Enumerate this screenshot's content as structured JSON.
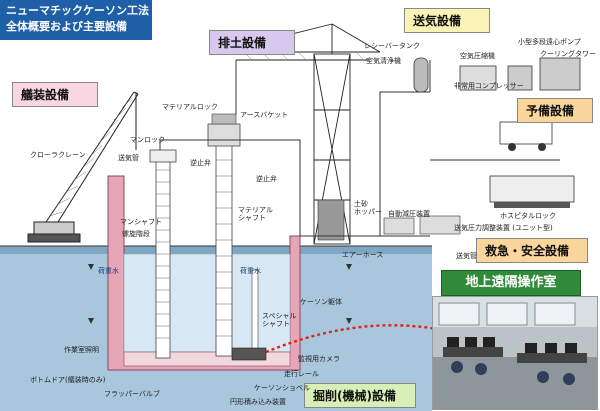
{
  "title": {
    "line1": "ニューマチックケーソン工法",
    "line2": "全体概要および主要設備"
  },
  "sections": {
    "outfitting": "艤装設備",
    "soil_removal": "排土設備",
    "air_supply": "送気設備",
    "backup": "予備設備",
    "rescue_safety": "救急・安全設備",
    "remote_room": "地上遠隔操作室",
    "excavation": "掘削(機械)設備"
  },
  "labels": {
    "crawler_crane": "クローラクレーン",
    "air_pipe_left": "送気管",
    "man_lock": "マンロック",
    "material_lock": "マテリアルロック",
    "earth_bucket": "アースバケット",
    "check_valve_top": "逆止弁",
    "check_valve_right": "逆止弁",
    "man_shaft": "マンシャフト",
    "spiral_stairs": "螺旋階段",
    "material_shaft": "マテリアル\nシャフト",
    "soil_hopper": "土砂\nホッパー",
    "auto_detector": "自動減圧装置",
    "air_pressure_regulator": "送気圧力調整装置 (ユニット型)",
    "air_pipe_right": "送気管",
    "air_hose": "エアーホース",
    "receiver_tank": "レシーバータンク",
    "air_purifier": "空気清浄機",
    "air_compressor": "空気圧縮機",
    "cooling_pump": "小型多段遠心ポンプ",
    "cooling_tower": "クーリングタワー",
    "emergency_compressor": "非常用コンプレッサー",
    "hospital_lock": "ホスピタルロック",
    "load_water_left": "荷重水",
    "load_water_right": "荷重水",
    "caisson_body": "ケーソン躯体",
    "special_shaft": "スペシャル\nシャフト",
    "lighting": "作業室照明",
    "monitor_camera": "監視用カメラ",
    "bottom_door": "ボトムドア(艤装時のみ)",
    "flapper_valve": "フラッパーバルブ",
    "travel_rail": "走行レール",
    "caisson_shovel": "ケーソンショベル",
    "cylinder_loader": "円形積み込み装置"
  },
  "colors": {
    "title_bg": "#1f5fa8",
    "caisson_pink": "#e6a6b8",
    "water_blue": "#cfe3f1",
    "soil_blue": "#9fc0d8",
    "label_pink": "#f8d7e3",
    "label_purple": "#d9c8ee",
    "label_yellow": "#fbf2b6",
    "label_orange": "#fbd69c",
    "label_green": "#d8f0b8",
    "room_green": "#2f8b3a",
    "dotted_red": "#e0241b"
  }
}
